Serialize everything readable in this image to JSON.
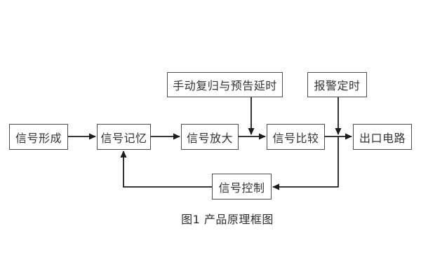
{
  "diagram": {
    "caption": "图1 产品原理框图",
    "nodes": {
      "signal_formation": {
        "label": "信号形成"
      },
      "signal_memory": {
        "label": "信号记忆"
      },
      "signal_amplification": {
        "label": "信号放大"
      },
      "signal_comparison": {
        "label": "信号比较"
      },
      "output_circuit": {
        "label": "出口电路"
      },
      "manual_reset_delay": {
        "label": "手动复归与预告延时"
      },
      "alarm_timing": {
        "label": "报警定时"
      },
      "signal_control": {
        "label": "信号控制"
      }
    },
    "edges": [
      {
        "from": "signal_formation",
        "to": "signal_memory",
        "type": "arrow"
      },
      {
        "from": "signal_memory",
        "to": "signal_amplification",
        "type": "arrow"
      },
      {
        "from": "signal_amplification",
        "to": "signal_comparison",
        "type": "arrow"
      },
      {
        "from": "signal_comparison",
        "to": "output_circuit",
        "type": "arrow"
      },
      {
        "from": "manual_reset_delay",
        "to": "amplification_comparison_link",
        "type": "arrow-down"
      },
      {
        "from": "alarm_timing",
        "to": "comparison_output_link",
        "type": "arrow-down"
      },
      {
        "from": "alarm_timing",
        "to": "signal_control",
        "type": "arrow-left"
      },
      {
        "from": "signal_control",
        "to": "signal_memory",
        "type": "arrow-up"
      }
    ],
    "colors": {
      "background": "#ffffff",
      "box_border": "#4d4d4d",
      "box_fill": "#ffffff",
      "connector": "#1c1c1c",
      "text": "#333333"
    }
  }
}
